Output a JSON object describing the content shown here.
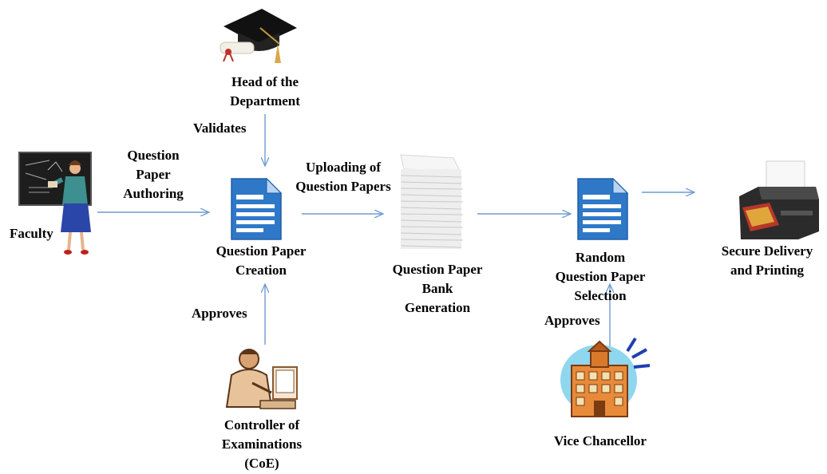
{
  "nodes": {
    "faculty": {
      "label": "Faculty"
    },
    "hod": {
      "lines": [
        "Head of the",
        "Department"
      ]
    },
    "qp_creation": {
      "lines": [
        "Question Paper",
        "Creation"
      ]
    },
    "qp_bank": {
      "lines": [
        "Question Paper",
        "Bank",
        "Generation"
      ]
    },
    "random_selection": {
      "lines": [
        "Random",
        "Question Paper",
        "Selection"
      ]
    },
    "secure_delivery": {
      "lines": [
        "Secure Delivery",
        "and Printing"
      ]
    },
    "coe": {
      "lines": [
        "Controller of",
        "Examinations",
        "(CoE)"
      ]
    },
    "vice_chancellor": {
      "label": "Vice Chancellor"
    }
  },
  "edges": {
    "authoring": {
      "lines": [
        "Question",
        "Paper",
        "Authoring"
      ]
    },
    "validates": {
      "label": "Validates"
    },
    "uploading": {
      "lines": [
        "Uploading of",
        "Question Papers"
      ]
    },
    "approves_coe": {
      "label": "Approves"
    },
    "approves_vc": {
      "label": "Approves"
    }
  },
  "icons": {
    "faculty": "teacher-at-blackboard-icon",
    "hod": "graduation-cap-diploma-icon",
    "qp_creation": "document-icon",
    "qp_bank": "paper-stack-icon",
    "random_selection": "document-icon",
    "secure_delivery": "printer-icon",
    "coe": "person-at-computer-icon",
    "vice_chancellor": "university-building-icon"
  },
  "colors": {
    "arrow": "#6f9bd2",
    "document_blue": "#2f78c8",
    "text": "#000000"
  }
}
